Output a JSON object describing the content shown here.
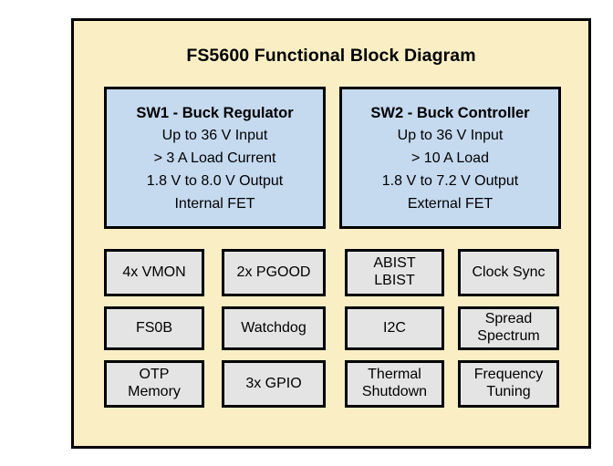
{
  "diagram": {
    "title": "FS5600 Functional Block Diagram",
    "panel_background": "#faefc4",
    "panel_border": "#000000",
    "switcher_fill": "#c5d9ef",
    "feature_fill": "#e4e4e4",
    "switchers": [
      {
        "heading": "SW1 - Buck Regulator",
        "lines": [
          "Up to 36 V Input",
          "> 3 A Load Current",
          "1.8 V to 8.0 V Output",
          "Internal FET"
        ]
      },
      {
        "heading": "SW2 - Buck Controller",
        "lines": [
          "Up to 36 V Input",
          "> 10 A Load",
          "1.8 V to 7.2 V Output",
          "External FET"
        ]
      }
    ],
    "features": [
      [
        {
          "lines": [
            "4x VMON"
          ]
        },
        {
          "lines": [
            "2x PGOOD"
          ]
        },
        {
          "lines": [
            "ABIST",
            "LBIST"
          ]
        },
        {
          "lines": [
            "Clock Sync"
          ]
        }
      ],
      [
        {
          "lines": [
            "FS0B"
          ]
        },
        {
          "lines": [
            "Watchdog"
          ]
        },
        {
          "lines": [
            "I2C"
          ]
        },
        {
          "lines": [
            "Spread",
            "Spectrum"
          ]
        }
      ],
      [
        {
          "lines": [
            "OTP",
            "Memory"
          ]
        },
        {
          "lines": [
            "3x GPIO"
          ]
        },
        {
          "lines": [
            "Thermal",
            "Shutdown"
          ]
        },
        {
          "lines": [
            "Frequency",
            "Tuning"
          ]
        }
      ]
    ]
  }
}
